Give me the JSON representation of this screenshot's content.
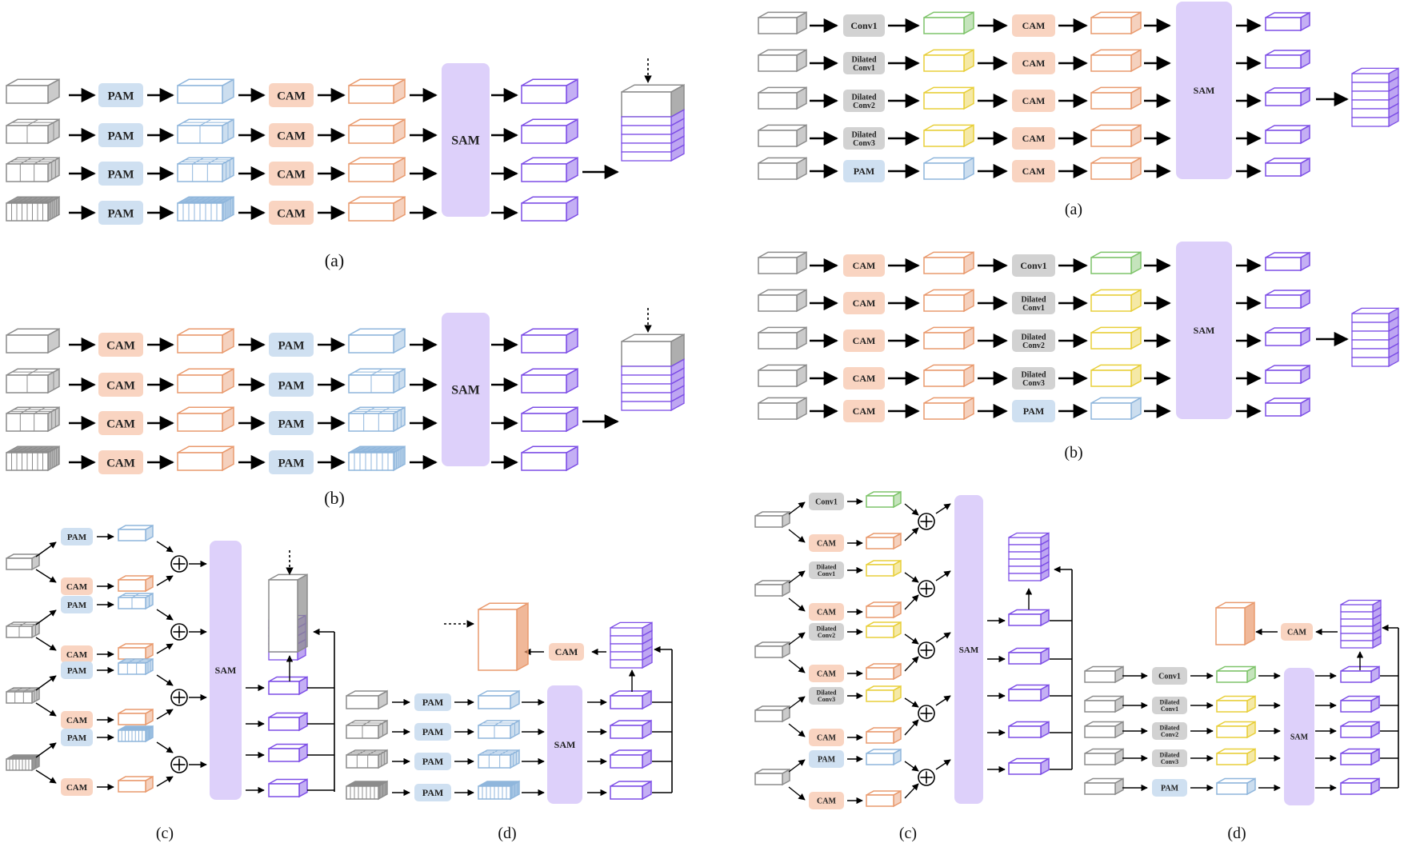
{
  "modules": {
    "pam": "PAM",
    "cam": "CAM",
    "sam": "SAM",
    "conv1": "Conv1",
    "dilated": "Dilated",
    "conv1_sub": "Conv1",
    "conv2_sub": "Conv2",
    "conv3_sub": "Conv3",
    "plus": "⊕"
  },
  "panels": {
    "left": {
      "a": {
        "caption": "(a)",
        "order": [
          "PAM",
          "CAM"
        ]
      },
      "b": {
        "caption": "(b)",
        "order": [
          "CAM",
          "PAM"
        ]
      },
      "c": {
        "caption": "(c)",
        "mode": "parallel"
      },
      "d": {
        "caption": "(d)",
        "mode": "PAM then SAM then CAM"
      }
    },
    "right": {
      "a": {
        "caption": "(a)",
        "branches": [
          "Conv1",
          "Dilated Conv1",
          "Dilated Conv2",
          "Dilated Conv3",
          "PAM"
        ]
      },
      "b": {
        "caption": "(b)",
        "branches": [
          "Conv1",
          "Dilated Conv1",
          "Dilated Conv2",
          "Dilated Conv3",
          "PAM"
        ]
      },
      "c": {
        "caption": "(c)",
        "mode": "parallel"
      },
      "d": {
        "caption": "(d)",
        "mode": "SAM then CAM"
      }
    }
  },
  "colors": {
    "gray": "#8c8c8c",
    "blue": "#8fb6dc",
    "orange": "#e99a6e",
    "purple": "#7d4ee6",
    "green": "#7ec46a",
    "yellow": "#e8cf3a",
    "pam_fill": "#cfe0f1",
    "cam_fill": "#f9d4c1",
    "conv_fill": "#d2d2d2",
    "sam_fill": "#ddd0fa"
  }
}
